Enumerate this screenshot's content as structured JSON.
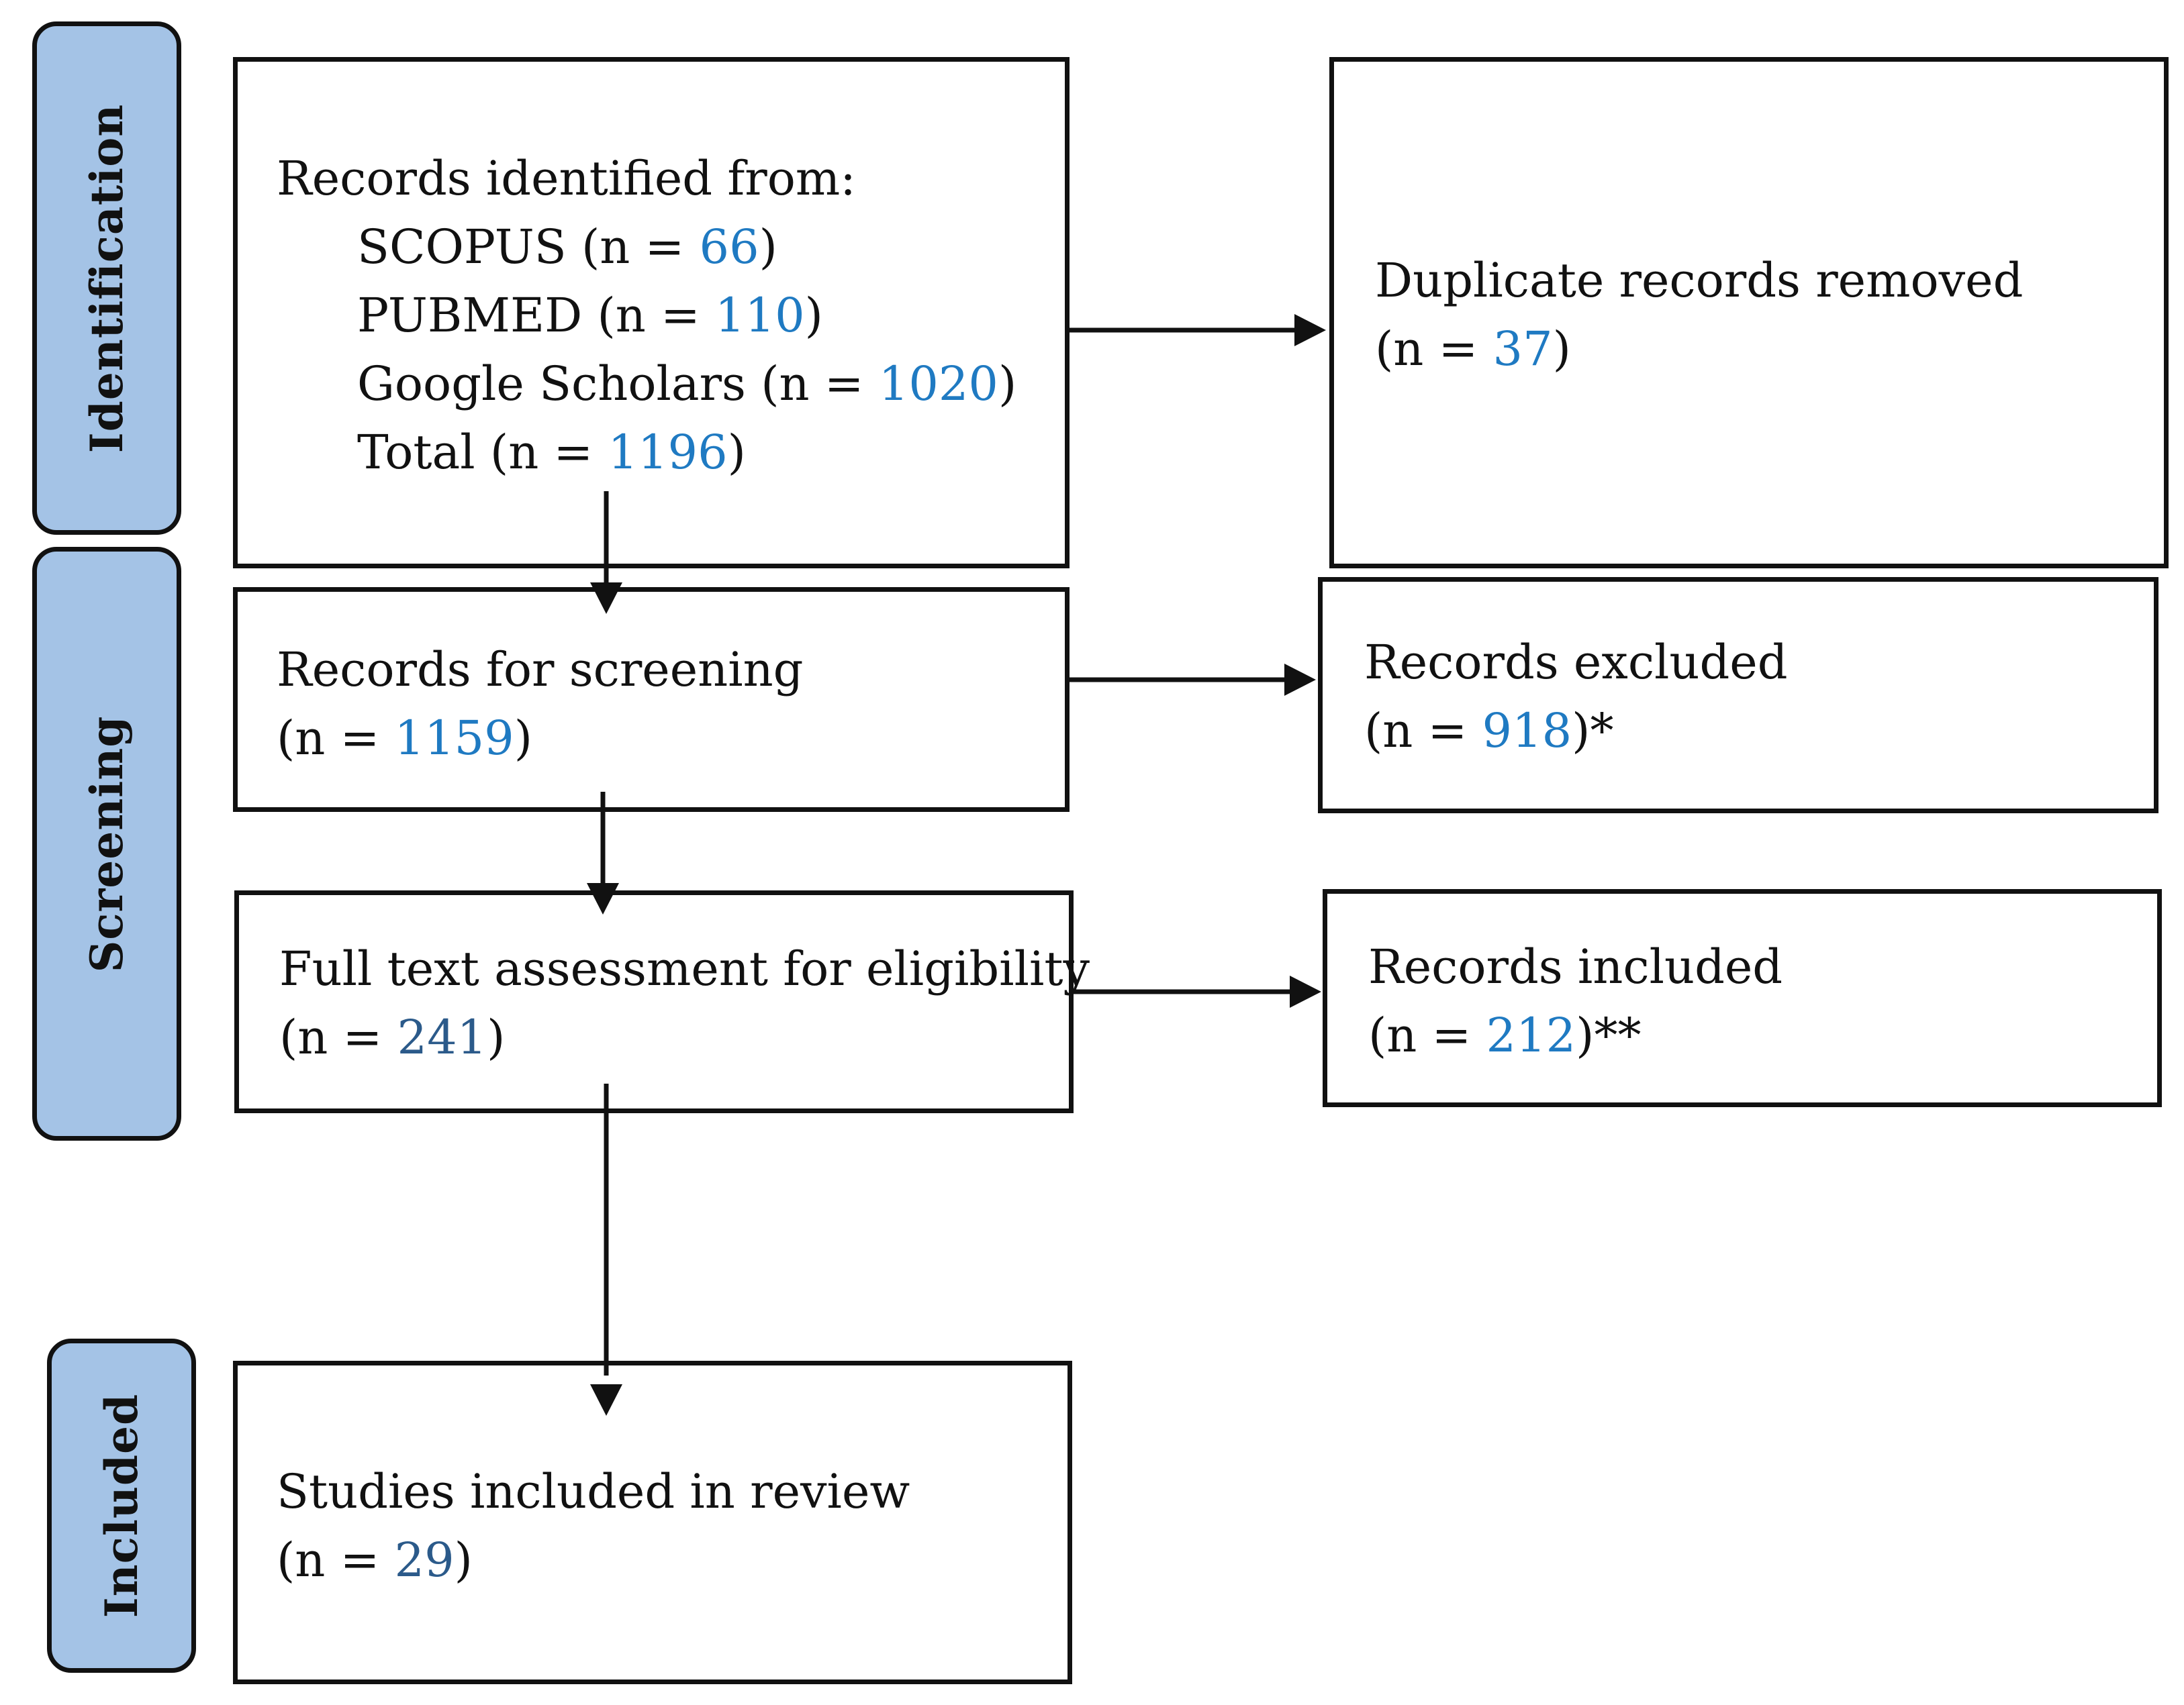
{
  "phases": {
    "identification": "Identification",
    "screening": "Screening",
    "included": "Included"
  },
  "identified": {
    "heading": "Records identified from:",
    "sources": [
      {
        "label": "SCOPUS",
        "prefix": " (n = ",
        "value": "66",
        "suffix": ")"
      },
      {
        "label": "PUBMED",
        "prefix": " (n = ",
        "value": "110",
        "suffix": ")"
      },
      {
        "label": "Google Scholars",
        "prefix": " (n = ",
        "value": "1020",
        "suffix": ")"
      },
      {
        "label": "Total",
        "prefix": " (n = ",
        "value": "1196",
        "suffix": ")"
      }
    ]
  },
  "duplicates": {
    "label": "Duplicate records removed",
    "prefix": "(n = ",
    "value": "37",
    "suffix": ")"
  },
  "screening": {
    "label": "Records for screening",
    "prefix": "(n = ",
    "value": "1159",
    "suffix": ")"
  },
  "excluded": {
    "label": "Records excluded",
    "prefix": "(n = ",
    "value": "918",
    "suffix": ")*"
  },
  "fulltext": {
    "label": "Full text assessment for eligibility",
    "prefix": "(n = ",
    "value": "241",
    "suffix": ")"
  },
  "records_included": {
    "label": "Records included",
    "prefix": "(n = ",
    "value": "212",
    "suffix": ")**"
  },
  "studies_included": {
    "label": "Studies included in review",
    "prefix": "(n = ",
    "value": "29",
    "suffix": ")"
  },
  "colors": {
    "phase_fill": "#a4c3e6",
    "border": "#111111",
    "count_blue": "#1f7ac2",
    "count_dark_blue": "#2b5a8a"
  }
}
